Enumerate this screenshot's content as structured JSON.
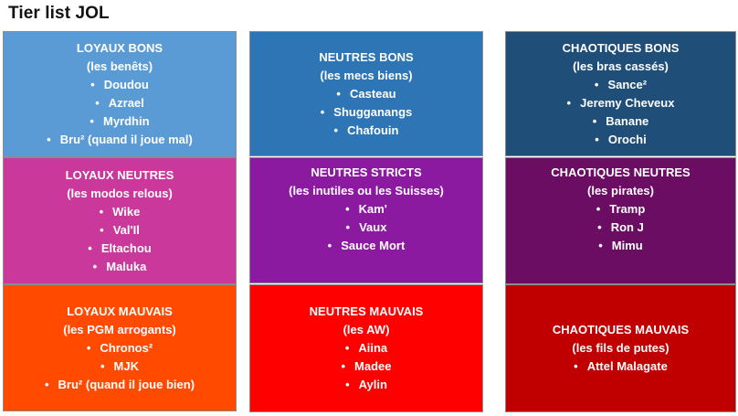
{
  "title": "Tier list JOL",
  "bullet_char": "•",
  "cells": [
    {
      "title": "LOYAUX BONS",
      "subtitle": "(les benêts)",
      "items": [
        "Doudou",
        "Azrael",
        "Myrdhin",
        "Bru² (quand il joue mal)"
      ],
      "color": "#5b9bd5"
    },
    {
      "title": "NEUTRES BONS",
      "subtitle": "(les mecs biens)",
      "items": [
        "Casteau",
        "Shugganangs",
        "Chafouin"
      ],
      "color": "#2e75b6"
    },
    {
      "title": "CHAOTIQUES BONS",
      "subtitle": "(les bras cassés)",
      "items": [
        "Sance²",
        "Jeremy Cheveux",
        "Banane",
        "Orochi"
      ],
      "color": "#1f4e79"
    },
    {
      "title": "LOYAUX NEUTRES",
      "subtitle": "(les modos relous)",
      "items": [
        "Wike",
        "Val'Il",
        "Eltachou",
        "Maluka"
      ],
      "color": "#c9389a"
    },
    {
      "title": "NEUTRES STRICTS",
      "subtitle": "(les inutiles ou  les Suisses)",
      "items": [
        "Kam'",
        "Vaux",
        "Sauce Mort"
      ],
      "color": "#8c1aa1"
    },
    {
      "title": "CHAOTIQUES NEUTRES",
      "subtitle": "(les pirates)",
      "items": [
        "Tramp",
        "Ron J",
        "Mimu"
      ],
      "color": "#6a0d63"
    },
    {
      "title": "LOYAUX MAUVAIS",
      "subtitle": "(les PGM arrogants)",
      "items": [
        "Chronos²",
        "MJK",
        "Bru² (quand il joue bien)"
      ],
      "color": "#ff4a00"
    },
    {
      "title": "NEUTRES MAUVAIS",
      "subtitle": "(les AW)",
      "items": [
        "Aiina",
        "Madee",
        "Aylin"
      ],
      "color": "#ff0000"
    },
    {
      "title": "CHAOTIQUES MAUVAIS",
      "subtitle": "(les fils de putes)",
      "items": [
        "Attel Malagate"
      ],
      "color": "#c00000"
    }
  ]
}
